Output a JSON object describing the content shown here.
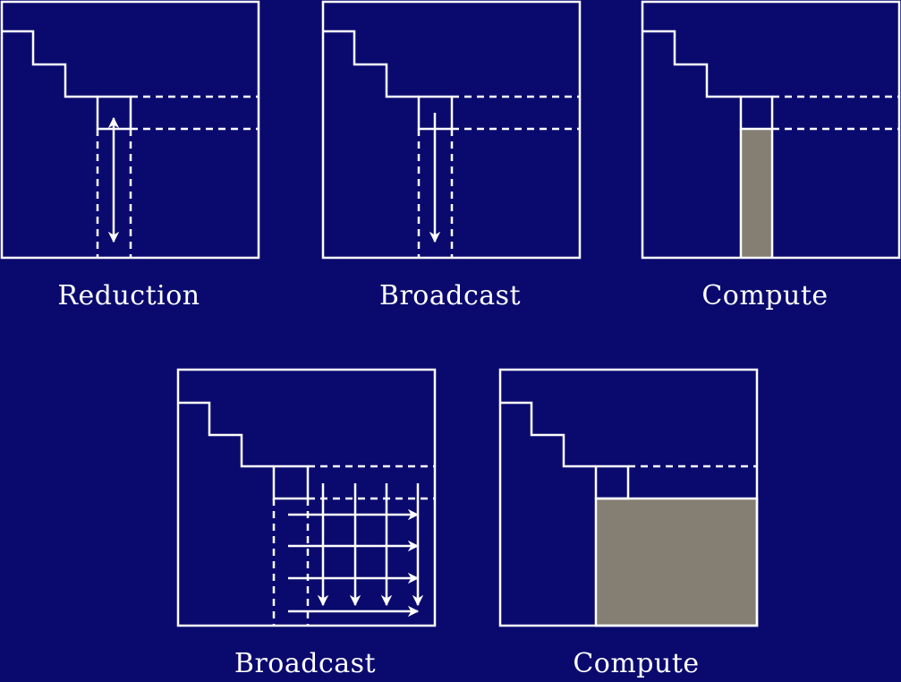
{
  "colors": {
    "background": "#0a0a6e",
    "line": "#ffffff",
    "computed_fill": "#857e72"
  },
  "panels": [
    {
      "caption": "Reduction",
      "operation": "column reduction"
    },
    {
      "caption": "Broadcast",
      "operation": "column broadcast"
    },
    {
      "caption": "Compute",
      "operation": "column compute"
    },
    {
      "caption": "Broadcast",
      "operation": "row and column broadcast"
    },
    {
      "caption": "Compute",
      "operation": "trailing submatrix compute"
    }
  ]
}
